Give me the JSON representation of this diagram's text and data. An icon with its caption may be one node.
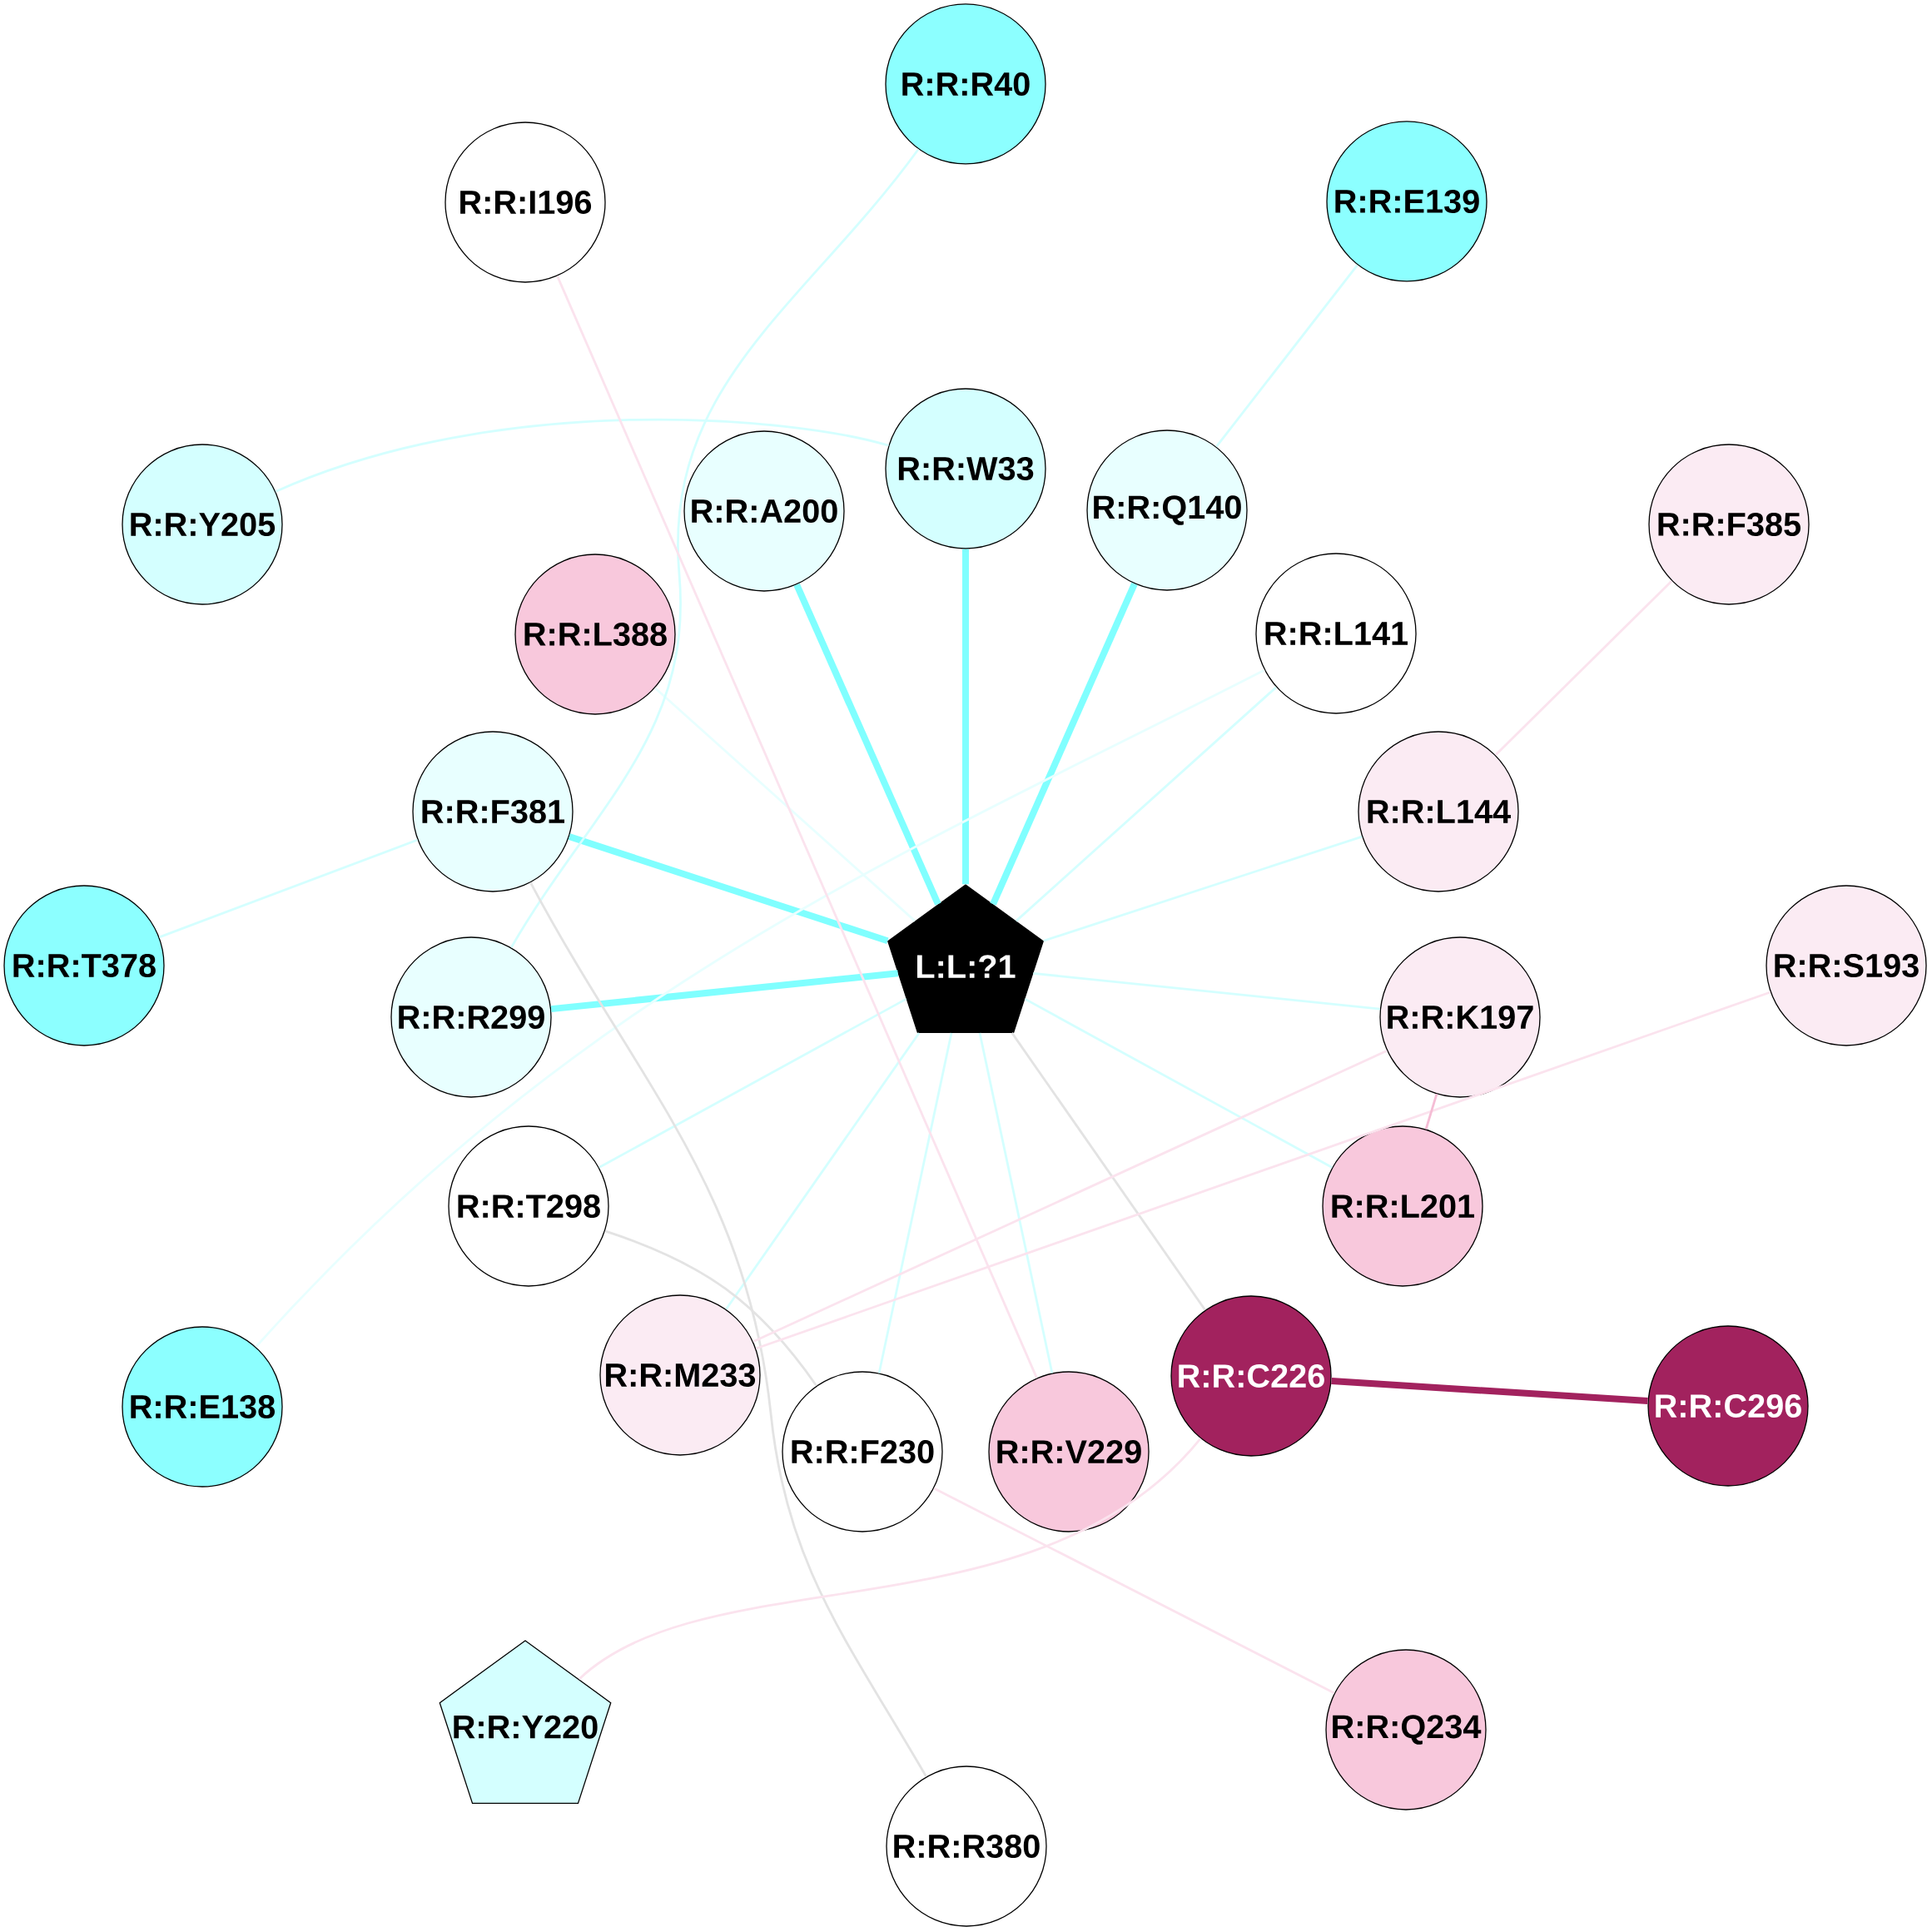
{
  "diagram": {
    "nodes": [
      {
        "text": [
          "R:R:R40"
        ]
      },
      {
        "text": [
          "R:R:I196"
        ]
      },
      {
        "text": [
          "R:R:E139"
        ]
      },
      {
        "text": [
          "R:R:Y205"
        ]
      },
      {
        "text": [
          "R:R:A200"
        ]
      },
      {
        "text": [
          "R:R:W33"
        ]
      },
      {
        "text": [
          "R:R:Q140"
        ]
      },
      {
        "text": [
          "R:R:F385"
        ]
      },
      {
        "text": [
          "R:R:L388"
        ]
      },
      {
        "text": [
          "R:R:L141"
        ]
      },
      {
        "text": [
          "R:R:F381"
        ]
      },
      {
        "text": [
          "R:R:L144"
        ]
      },
      {
        "text": [
          "R:R:T378"
        ]
      },
      {
        "text": [
          "L:L:?1"
        ]
      },
      {
        "text": [
          "R:R:R299"
        ]
      },
      {
        "text": [
          "R:R:K197"
        ]
      },
      {
        "text": [
          "R:R:S193"
        ]
      },
      {
        "text": [
          "R:R:T298"
        ]
      },
      {
        "text": [
          "R:R:L201"
        ]
      },
      {
        "text": [
          "R:R:E138"
        ]
      },
      {
        "text": [
          "R:R:M233"
        ]
      },
      {
        "text": [
          "R:R:C226"
        ]
      },
      {
        "text": [
          "R:R:C296"
        ]
      },
      {
        "text": [
          "R:R:F230"
        ]
      },
      {
        "text": [
          "R:R:V229"
        ]
      },
      {
        "text": [
          "R:R:Y220"
        ]
      },
      {
        "text": [
          "R:R:Q234"
        ]
      },
      {
        "text": [
          "R:R:R380"
        ]
      }
    ],
    "edges": [
      {
        "from": 13,
        "to": 5,
        "arrow": "none",
        "style": "thick",
        "color": "#80ffff"
      },
      {
        "from": 13,
        "to": 4,
        "arrow": "none",
        "style": "thick",
        "color": "#80ffff"
      },
      {
        "from": 13,
        "to": 6,
        "arrow": "none",
        "style": "thick",
        "color": "#80ffff"
      },
      {
        "from": 13,
        "to": 10,
        "arrow": "none",
        "style": "thick",
        "color": "#80ffff"
      },
      {
        "from": 13,
        "to": 14,
        "arrow": "none",
        "style": "thick",
        "color": "#80ffff"
      },
      {
        "from": 13,
        "to": 9,
        "arrow": "none"
      },
      {
        "from": 13,
        "to": 11,
        "arrow": "none"
      },
      {
        "from": 13,
        "to": 15,
        "arrow": "none"
      },
      {
        "from": 13,
        "to": 18,
        "arrow": "none"
      },
      {
        "from": 13,
        "to": 21,
        "arrow": "none",
        "color": "#e3e3e3"
      },
      {
        "from": 13,
        "to": 24,
        "arrow": "none"
      },
      {
        "from": 13,
        "to": 23,
        "arrow": "none"
      },
      {
        "from": 13,
        "to": 20,
        "arrow": "none"
      },
      {
        "from": 13,
        "to": 17,
        "arrow": "none"
      },
      {
        "from": 13,
        "to": 8,
        "arrow": "none",
        "color": "#e8ffff"
      },
      {
        "from": 0,
        "to": 14,
        "arrow": "none"
      },
      {
        "from": 2,
        "to": 6,
        "arrow": "none"
      },
      {
        "from": 3,
        "to": 5,
        "arrow": "none"
      },
      {
        "from": 12,
        "to": 10,
        "arrow": "none"
      },
      {
        "from": 9,
        "to": 19,
        "arrow": "none",
        "color": "#e8ffff"
      },
      {
        "from": 1,
        "to": 24,
        "arrow": "none",
        "color": "#fbe3ee"
      },
      {
        "from": 7,
        "to": 11,
        "arrow": "none",
        "color": "#fbe3ee"
      },
      {
        "from": 10,
        "to": 27,
        "arrow": "none",
        "color": "#e3e3e3"
      },
      {
        "from": 17,
        "to": 23,
        "arrow": "none",
        "color": "#e3e3e3"
      },
      {
        "from": 15,
        "to": 20,
        "arrow": "none",
        "color": "#fbe3ee"
      },
      {
        "from": 16,
        "to": 20,
        "arrow": "none",
        "color": "#fbe3ee"
      },
      {
        "from": 15,
        "to": 18,
        "arrow": "none",
        "color": "#f5bdd5"
      },
      {
        "from": 21,
        "to": 22,
        "arrow": "none",
        "style": "thick",
        "color": "#a2225e"
      },
      {
        "from": 21,
        "to": 25,
        "arrow": "none",
        "color": "#fbe3ee"
      },
      {
        "from": 23,
        "to": 26,
        "arrow": "none",
        "color": "#fbe3ee"
      }
    ]
  }
}
